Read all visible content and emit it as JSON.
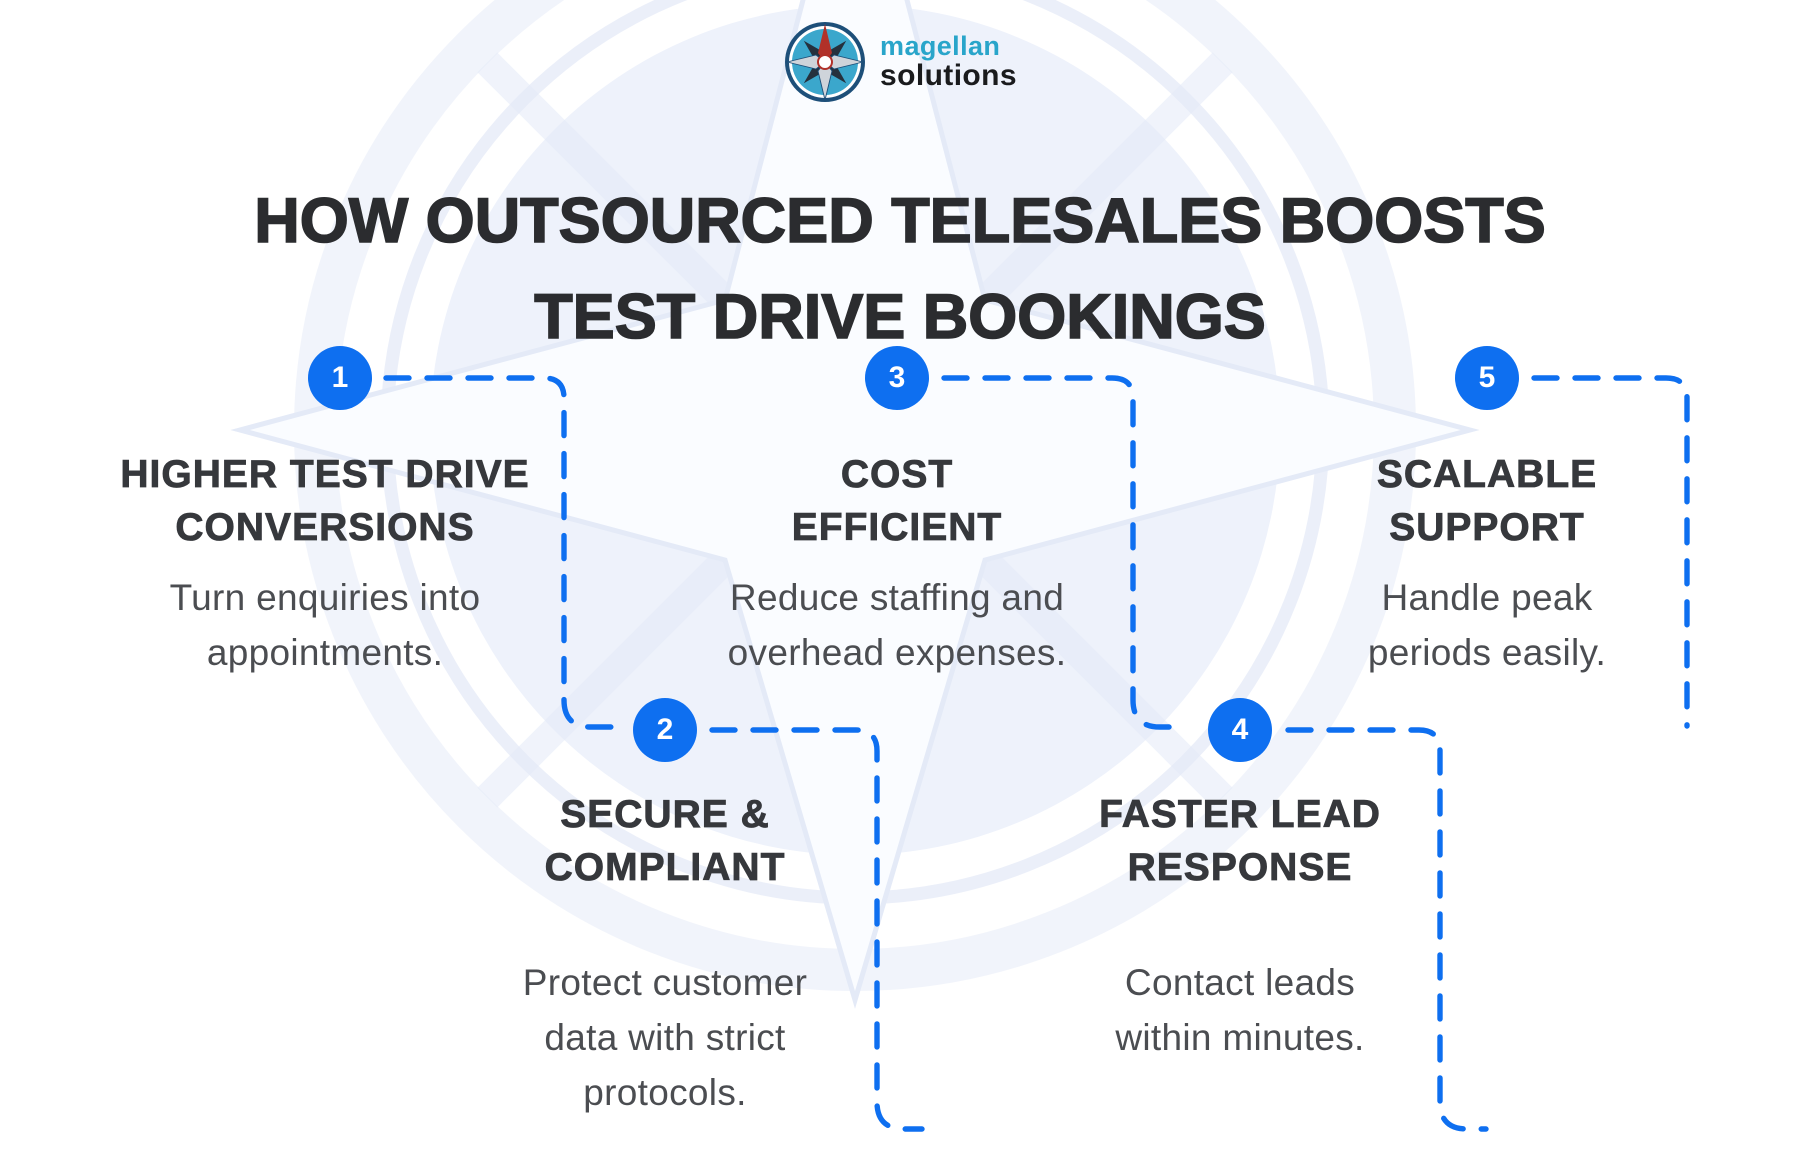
{
  "logo": {
    "brand_line1": "magellan",
    "brand_line2": "solutions"
  },
  "title": {
    "line1": "HOW OUTSOURCED TELESALES BOOSTS",
    "line2": "TEST DRIVE BOOKINGS"
  },
  "steps": [
    {
      "number": "1",
      "heading": [
        "HIGHER TEST DRIVE",
        "CONVERSIONS"
      ],
      "body": [
        "Turn enquiries into",
        "appointments."
      ]
    },
    {
      "number": "2",
      "heading": [
        "SECURE &",
        "COMPLIANT"
      ],
      "body": [
        "Protect customer",
        "data with strict",
        "protocols."
      ]
    },
    {
      "number": "3",
      "heading": [
        "COST",
        "EFFICIENT"
      ],
      "body": [
        "Reduce staffing and",
        "overhead expenses."
      ]
    },
    {
      "number": "4",
      "heading": [
        "FASTER LEAD",
        "RESPONSE"
      ],
      "body": [
        "Contact leads",
        "within minutes."
      ]
    },
    {
      "number": "5",
      "heading": [
        "SCALABLE",
        "SUPPORT"
      ],
      "body": [
        "Handle peak",
        "periods easily."
      ]
    }
  ],
  "colors": {
    "accent": "#0e6ff0",
    "title_c": "#2b2c2f",
    "heading_c": "#36383c",
    "body_c": "#4b4d51",
    "logo_cyan": "#29a5ca",
    "logo_dark": "#1a1b1d",
    "compass_teal": "#3ba7cc",
    "compass_navy": "#1d4f79",
    "compass_red": "#b13129",
    "compass_silver": "#cfd4da",
    "compass_dark": "#25313d",
    "watermark_fill": "#eef2fb",
    "watermark_line": "#e4eaf7",
    "watermark_star": "#fafcff"
  }
}
